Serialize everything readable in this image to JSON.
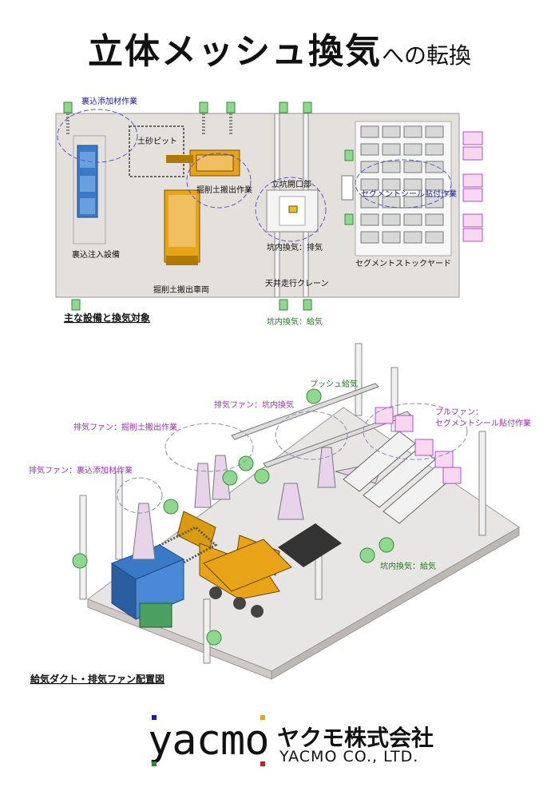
{
  "title": {
    "main": "立体メッシュ換気",
    "suffix": "への転換"
  },
  "plan": {
    "caption": "主な設備と換気対象",
    "labels": {
      "backfill_work": "裏込添加材作業",
      "soil_pit": "土砂ピット",
      "excavated_soil_work": "掘削土搬出作業",
      "shaft_opening": "立坑開口部",
      "segment_seal_work": "セグメントシール貼付作業",
      "backfill_equipment": "裏込注入設備",
      "excavated_soil_truck": "掘削土搬出車両",
      "in_shaft_exhaust": "坑内換気：排気",
      "overhead_crane": "天井走行クレーン",
      "segment_stock_yard": "セグメントストックヤード",
      "in_shaft_supply": "坑内換気：給気"
    }
  },
  "iso": {
    "caption": "給気ダクト・排気ファン配置図",
    "labels": {
      "push_supply": "プッシュ給気",
      "exhaust_shaft": "排気ファン：坑内換気",
      "exhaust_soil": "排気ファン：掘削土搬出作業",
      "pull_fan": "プルファン：",
      "pull_fan_target": "セグメントシール貼付作業",
      "exhaust_backfill": "排気ファン：裏込添加材作業",
      "in_shaft_supply": "坑内換気：給気"
    }
  },
  "company": {
    "logo_word": "yacmo",
    "name_jp": "ヤクモ株式会社",
    "name_en": "YACMO CO., LTD."
  },
  "colors": {
    "green": "#8fd88f",
    "orange": "#e8a317",
    "blue": "#3a78c8",
    "purple": "#b050c8",
    "floor": "#e4e0dc"
  }
}
